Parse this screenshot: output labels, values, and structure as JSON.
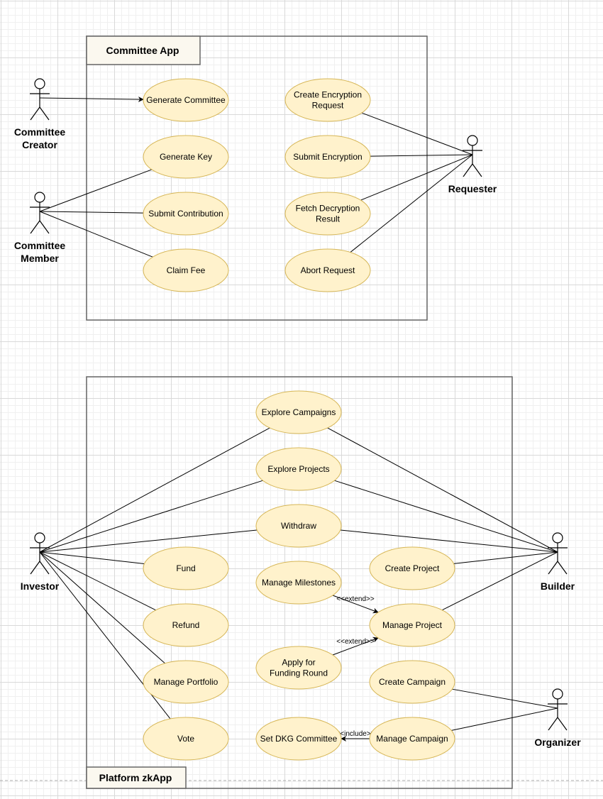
{
  "systems": {
    "committee_app": {
      "title": "Committee App"
    },
    "platform_zkapp": {
      "title": "Platform zkApp"
    }
  },
  "actors": {
    "committee_creator": {
      "name_lines": [
        "Committee",
        "Creator"
      ]
    },
    "committee_member": {
      "name_lines": [
        "Committee",
        "Member"
      ]
    },
    "requester": {
      "name_lines": [
        "Requester"
      ]
    },
    "investor": {
      "name_lines": [
        "Investor"
      ]
    },
    "builder": {
      "name_lines": [
        "Builder"
      ]
    },
    "organizer": {
      "name_lines": [
        "Organizer"
      ]
    }
  },
  "use_cases": {
    "generate_committee": {
      "lines": [
        "Generate Committee"
      ]
    },
    "generate_key": {
      "lines": [
        "Generate Key"
      ]
    },
    "submit_contribution": {
      "lines": [
        "Submit Contribution"
      ]
    },
    "claim_fee": {
      "lines": [
        "Claim Fee"
      ]
    },
    "create_encryption_request": {
      "lines": [
        "Create Encryption",
        "Request"
      ]
    },
    "submit_encryption": {
      "lines": [
        "Submit Encryption"
      ]
    },
    "fetch_decryption_result": {
      "lines": [
        "Fetch Decryption",
        "Result"
      ]
    },
    "abort_request": {
      "lines": [
        "Abort Request"
      ]
    },
    "explore_campaigns": {
      "lines": [
        "Explore Campaigns"
      ]
    },
    "explore_projects": {
      "lines": [
        "Explore Projects"
      ]
    },
    "withdraw": {
      "lines": [
        "Withdraw"
      ]
    },
    "fund": {
      "lines": [
        "Fund"
      ]
    },
    "refund": {
      "lines": [
        "Refund"
      ]
    },
    "manage_portfolio": {
      "lines": [
        "Manage Portfolio"
      ]
    },
    "vote": {
      "lines": [
        "Vote"
      ]
    },
    "manage_milestones": {
      "lines": [
        "Manage Milestones"
      ]
    },
    "apply_funding_round": {
      "lines": [
        "Apply for",
        "Funding Round"
      ]
    },
    "set_dkg_committee": {
      "lines": [
        "Set DKG Committee"
      ]
    },
    "create_project": {
      "lines": [
        "Create Project"
      ]
    },
    "manage_project": {
      "lines": [
        "Manage Project"
      ]
    },
    "create_campaign": {
      "lines": [
        "Create Campaign"
      ]
    },
    "manage_campaign": {
      "lines": [
        "Manage Campaign"
      ]
    }
  },
  "relations": [
    {
      "from": "committee_creator",
      "to": "generate_committee",
      "kind": "directed"
    },
    {
      "from": "committee_member",
      "to": "generate_key",
      "kind": "association"
    },
    {
      "from": "committee_member",
      "to": "submit_contribution",
      "kind": "association"
    },
    {
      "from": "committee_member",
      "to": "claim_fee",
      "kind": "association"
    },
    {
      "from": "requester",
      "to": "create_encryption_request",
      "kind": "association"
    },
    {
      "from": "requester",
      "to": "submit_encryption",
      "kind": "association"
    },
    {
      "from": "requester",
      "to": "fetch_decryption_result",
      "kind": "association"
    },
    {
      "from": "requester",
      "to": "abort_request",
      "kind": "association"
    },
    {
      "from": "investor",
      "to": "explore_campaigns",
      "kind": "association"
    },
    {
      "from": "investor",
      "to": "explore_projects",
      "kind": "association"
    },
    {
      "from": "investor",
      "to": "withdraw",
      "kind": "association"
    },
    {
      "from": "investor",
      "to": "fund",
      "kind": "association"
    },
    {
      "from": "investor",
      "to": "refund",
      "kind": "association"
    },
    {
      "from": "investor",
      "to": "manage_portfolio",
      "kind": "association"
    },
    {
      "from": "investor",
      "to": "vote",
      "kind": "association"
    },
    {
      "from": "builder",
      "to": "explore_campaigns",
      "kind": "association"
    },
    {
      "from": "builder",
      "to": "explore_projects",
      "kind": "association"
    },
    {
      "from": "builder",
      "to": "withdraw",
      "kind": "association"
    },
    {
      "from": "builder",
      "to": "create_project",
      "kind": "association"
    },
    {
      "from": "builder",
      "to": "manage_project",
      "kind": "association"
    },
    {
      "from": "organizer",
      "to": "create_campaign",
      "kind": "association"
    },
    {
      "from": "organizer",
      "to": "manage_campaign",
      "kind": "association"
    },
    {
      "from": "manage_milestones",
      "to": "manage_project",
      "kind": "extend",
      "label": "<<extend>>"
    },
    {
      "from": "apply_funding_round",
      "to": "manage_project",
      "kind": "extend",
      "label": "<<extend>>"
    },
    {
      "from": "manage_campaign",
      "to": "set_dkg_committee",
      "kind": "include",
      "label": "<<include>>"
    }
  ]
}
